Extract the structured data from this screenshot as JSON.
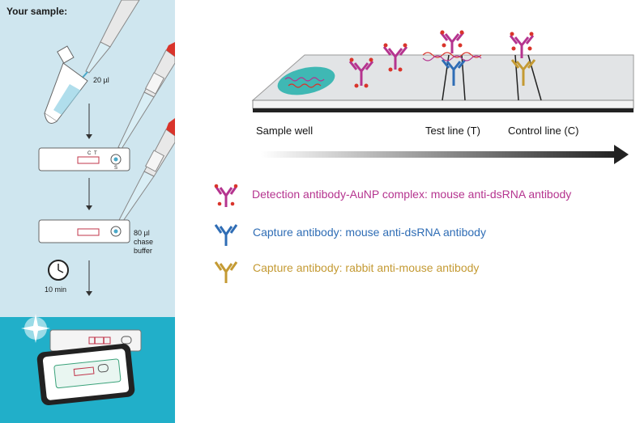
{
  "left_panel": {
    "title": "Your sample:",
    "step1_volume": "20 µl",
    "step3_volume": "80 µl",
    "step3_buffer_line1": "chase",
    "step3_buffer_line2": "buffer",
    "wait_time": "10 min",
    "cassette_c_label": "C",
    "cassette_t_label": "T",
    "cassette_s_label": "S"
  },
  "strip": {
    "sample_well_label": "Sample well",
    "test_line_label": "Test line (T)",
    "control_line_label": "Control line (C)"
  },
  "legend": [
    {
      "text": "Detection antibody-AuNP complex: mouse anti-dsRNA antibody",
      "color": "#b5348f"
    },
    {
      "text": "Capture antibody: mouse anti-dsRNA antibody",
      "color": "#2f6db5"
    },
    {
      "text": "Capture antibody: rabbit anti-mouse antibody",
      "color": "#c49a33"
    }
  ],
  "colors": {
    "panel_light": "#cfe6ef",
    "panel_dark": "#21afc9",
    "magenta": "#b5348f",
    "blue": "#2f6db5",
    "gold": "#c49a33",
    "gold_particle": "#e03a3a"
  }
}
